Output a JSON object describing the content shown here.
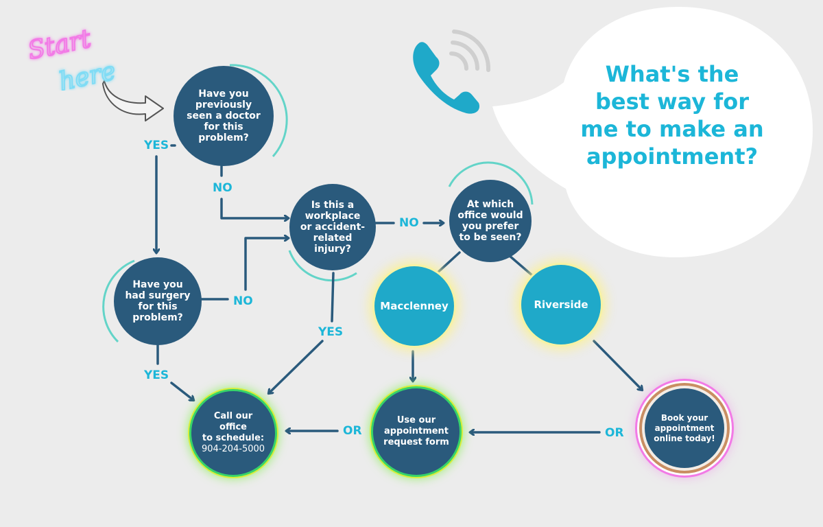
{
  "speech_bubble": {
    "line1": "What's the",
    "line2": "best way for",
    "line3": "me to make an",
    "line4": "appointment?"
  },
  "start_sign": {
    "word1": "Start",
    "word2": "here"
  },
  "nodes": {
    "seen_doctor": {
      "l1": "Have you",
      "l2": "previously",
      "l3": "seen a doctor",
      "l4": "for this",
      "l5": "problem?"
    },
    "workplace": {
      "l1": "Is this a",
      "l2": "workplace",
      "l3": "or accident-",
      "l4": "related",
      "l5": "injury?"
    },
    "which_office": {
      "l1": "At which",
      "l2": "office would",
      "l3": "you prefer",
      "l4": "to be seen?"
    },
    "surgery": {
      "l1": "Have you",
      "l2": "had surgery",
      "l3": "for this",
      "l4": "problem?"
    },
    "macclenney": {
      "label": "Macclenney"
    },
    "riverside": {
      "label": "Riverside"
    },
    "call_office": {
      "l1": "Call our office",
      "l2": "to schedule:",
      "phone": "904-204-5000"
    },
    "request_form": {
      "l1": "Use our",
      "l2": "appointment",
      "l3": "request form"
    },
    "book_online": {
      "l1": "Book your",
      "l2": "appointment",
      "l3": "online today!"
    }
  },
  "edge_labels": {
    "yes_seen": "YES",
    "no_seen": "NO",
    "no_workplace": "NO",
    "no_surgery": "NO",
    "yes_workplace": "YES",
    "yes_surgery": "YES",
    "or_form": "OR",
    "or_online": "OR"
  },
  "colors": {
    "background": "#ececec",
    "node": "#2a5a7c",
    "office_node": "#1fa9c9",
    "accent_text": "#1cb6d8",
    "arrow": "#2a5a7c",
    "neon_pink": "#f27ae6",
    "neon_blue": "#7fdcf5"
  },
  "icons": {
    "phone": "phone-icon",
    "speech": "speech-bubble",
    "start_arrow": "curved-arrow-icon"
  }
}
